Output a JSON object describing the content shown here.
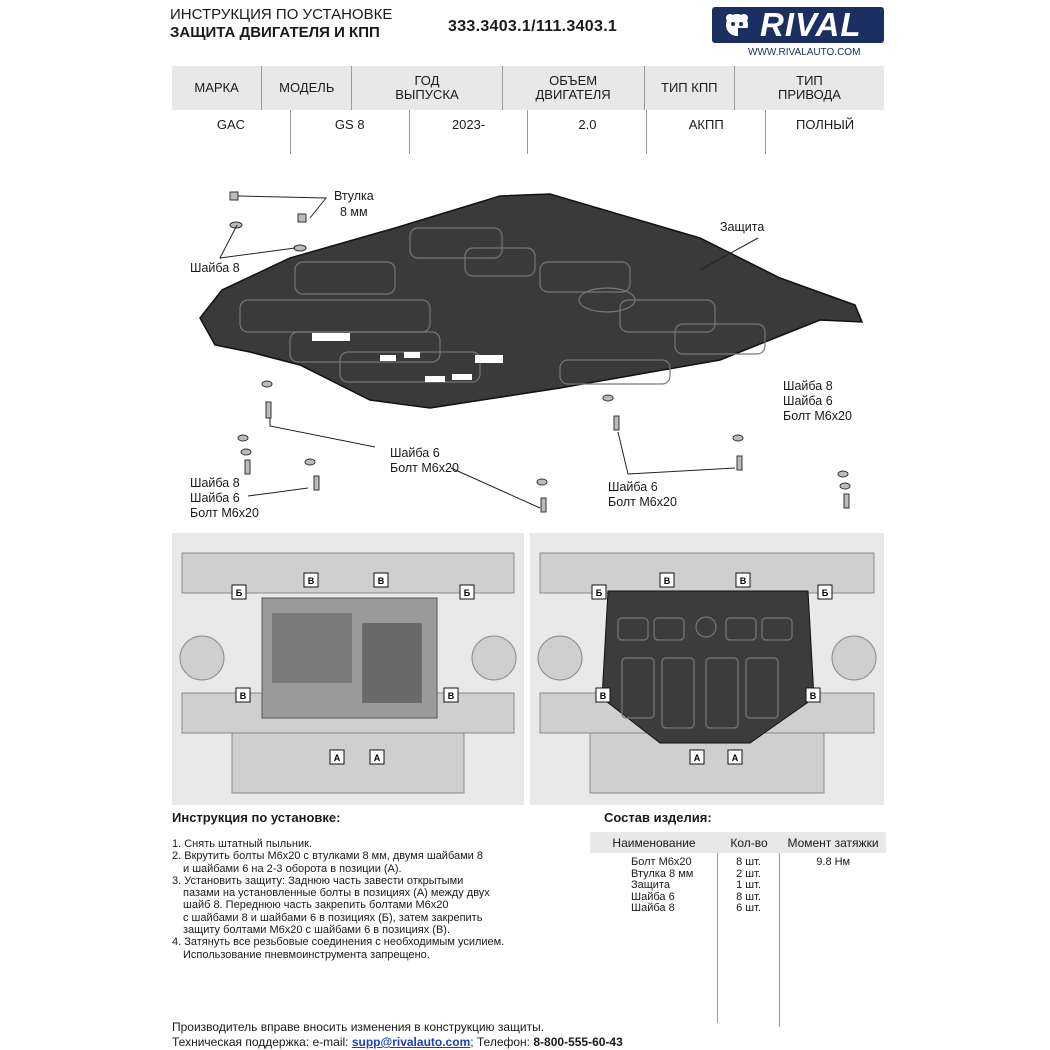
{
  "header": {
    "title_line1": "ИНСТРУКЦИЯ ПО УСТАНОВКЕ",
    "title_line2": "ЗАЩИТА ДВИГАТЕЛЯ И КПП",
    "part_code": "333.3403.1/111.3403.1",
    "logo_text": "RIVAL",
    "website": "WWW.RIVALAUTO.COM"
  },
  "spec": {
    "headers": [
      "МАРКА",
      "МОДЕЛЬ",
      "ГОД ВЫПУСКА",
      "ОБЪЕМ ДВИГАТЕЛЯ",
      "ТИП КПП",
      "ТИП ПРИВОДА"
    ],
    "values": [
      "GAC",
      "GS 8",
      "2023-",
      "2.0",
      "АКПП",
      "ПОЛНЫЙ"
    ]
  },
  "diagram": {
    "label_bushing": "Втулка",
    "label_bushing_size": "8 мм",
    "label_washer8_top": "Шайба 8",
    "label_shield": "Защита",
    "right_group": [
      "Шайба 8",
      "Шайба 6",
      "Болт М6х20"
    ],
    "center_group": [
      "Шайба 6",
      "Болт М6х20"
    ],
    "left_group": [
      "Шайба 8",
      "Шайба 6",
      "Болт М6х20"
    ],
    "mid_right_group": [
      "Шайба 6",
      "Болт М6х20"
    ],
    "position_labels": [
      "А",
      "Б",
      "В"
    ]
  },
  "instructions": {
    "title": "Инструкция по установке:",
    "lines": [
      "1. Снять штатный пыльник.",
      "2. Вкрутить болты М6х20 с втулками 8 мм, двумя шайбами 8",
      "    и шайбами 6 на 2-3 оборота в позиции (А).",
      "3. Установить защиту: Заднюю часть завести открытыми",
      "    пазами на установленные болты в позициях (А) между двух",
      "    шайб 8. Переднюю часть закрепить болтами М6х20",
      "    с шайбами 8 и шайбами 6 в позициях (Б), затем закрепить",
      "    защиту болтами М6х20 с шайбами 6 в позициях (В).",
      "4. Затянуть все резьбовые соединения с необходимым усилием.",
      "    Использование пневмоинструмента запрещено."
    ]
  },
  "contents": {
    "title": "Состав изделия:",
    "headers": [
      "Наименование",
      "Кол-во",
      "Момент затяжки"
    ],
    "names": [
      "Болт М6х20",
      "Втулка 8 мм",
      "Защита",
      "Шайба 6",
      "Шайба 8"
    ],
    "qty": [
      "8 шт.",
      "2 шт.",
      "1 шт.",
      "8 шт.",
      "6 шт."
    ],
    "torque": "9.8 Нм"
  },
  "footer": {
    "line1": "Производитель вправе вносить изменения в конструкцию защиты.",
    "support_prefix": "Техническая поддержка:  e-mail:",
    "email": "supp@rivalauto.com",
    "phone_prefix": "; Телефон:",
    "phone": "8-800-555-60-43"
  },
  "colors": {
    "brand": "#1c2f63",
    "plate": "#3a3a3a",
    "table_head": "#e8e8e8",
    "link": "#1f3fbf"
  }
}
